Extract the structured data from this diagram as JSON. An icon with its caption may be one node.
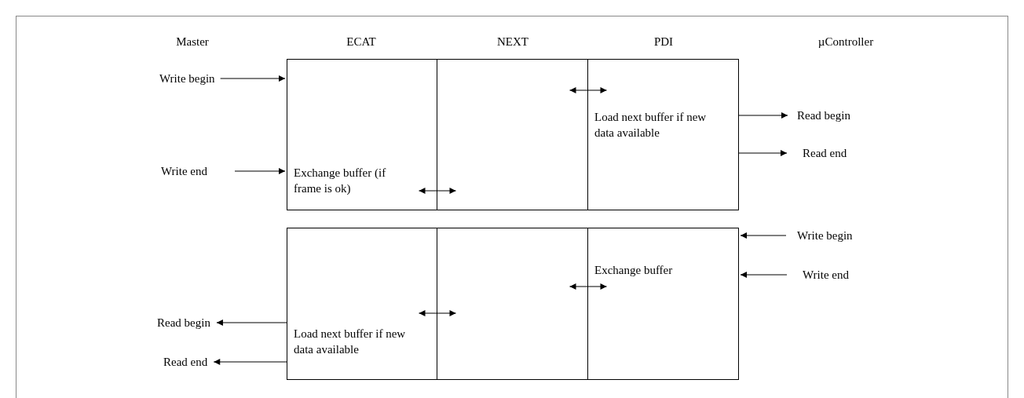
{
  "diagram": {
    "nodes": [
      {
        "text": [
          "Write begin"
        ]
      },
      {
        "text": [
          "Write end"
        ]
      },
      {
        "text": [
          "Exchange buffer (if frame is ok)"
        ]
      },
      {
        "text": [],
        "shape": "box"
      },
      {
        "text": [
          "Load next buffer if new data available"
        ]
      },
      {
        "text": [
          "Read begin"
        ]
      },
      {
        "text": [
          "Read end"
        ]
      },
      {
        "text": [
          "Read begin"
        ]
      },
      {
        "text": [
          "Read end"
        ]
      },
      {
        "text": [
          "Load next buffer if new data available"
        ]
      },
      {
        "text": [],
        "shape": "box"
      },
      {
        "text": [
          "Exchange buffer"
        ]
      },
      {
        "text": [
          "Write begin"
        ]
      },
      {
        "text": [
          "Write end"
        ]
      }
    ],
    "edges": [
      {
        "from": 0,
        "to": 2,
        "arrow": "to"
      },
      {
        "from": 1,
        "to": 2,
        "arrow": "to"
      },
      {
        "from": 2,
        "to": 3,
        "arrow": "both"
      },
      {
        "from": 3,
        "to": 4,
        "arrow": "both"
      },
      {
        "from": 4,
        "to": 5,
        "arrow": "to"
      },
      {
        "from": 4,
        "to": 6,
        "arrow": "to"
      },
      {
        "from": 12,
        "to": 11,
        "arrow": "to"
      },
      {
        "from": 13,
        "to": 11,
        "arrow": "to"
      },
      {
        "from": 10,
        "to": 11,
        "arrow": "both"
      },
      {
        "from": 9,
        "to": 10,
        "arrow": "both"
      },
      {
        "from": 9,
        "to": 7,
        "arrow": "to"
      },
      {
        "from": 9,
        "to": 8,
        "arrow": "to"
      }
    ],
    "labels": [
      "Master",
      "ECAT",
      "NEXT",
      "PDI",
      "µController"
    ]
  }
}
